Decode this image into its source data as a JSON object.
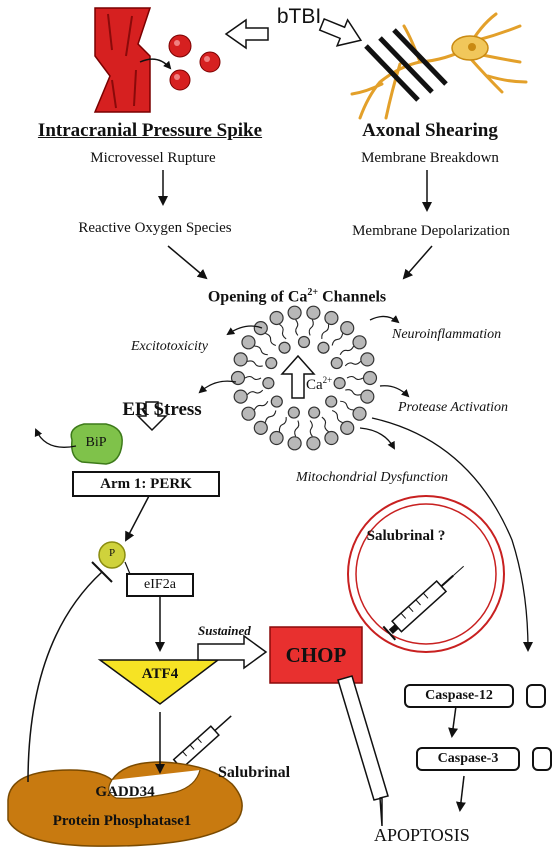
{
  "title": "bTBI",
  "left_branch": {
    "heading": "Intracranial Pressure Spike",
    "step1": "Microvessel Rupture",
    "step2": "Reactive Oxygen Species"
  },
  "right_branch": {
    "heading": "Axonal Shearing",
    "step1": "Membrane Breakdown",
    "step2": "Membrane Depolarization"
  },
  "calcium": {
    "opening_prefix": "Opening of Ca",
    "opening_sup": "2+",
    "opening_suffix": " Channels",
    "ion_label": "Ca",
    "ion_sup": "2+"
  },
  "effects": {
    "excitotoxicity": "Excitotoxicity",
    "neuroinflammation": "Neuroinflammation",
    "protease": "Protease Activation",
    "mito": "Mitochondrial Dysfunction"
  },
  "er": {
    "stress": "ER Stress",
    "bip": "BiP",
    "perk": "Arm 1: PERK",
    "p": "P",
    "eif2a": "eIF2a",
    "atf4": "ATF4",
    "sustained": "Sustained",
    "chop": "CHOP",
    "gadd34": "GADD34",
    "pp1": "Protein Phosphatase1",
    "salubrinal": "Salubrinal",
    "salubrinal_q": "Salubrinal ?"
  },
  "caspase": {
    "c12": "Caspase-12",
    "c3": "Caspase-3"
  },
  "outcome": "APOPTOSIS",
  "colors": {
    "vessel_red": "#d62020",
    "bip_green": "#7fc24a",
    "p_yellow": "#cfd23c",
    "atf4_yellow": "#f6e324",
    "chop_red": "#e8302f",
    "phosphatase_orange": "#c87a10",
    "circle_red": "#c82020"
  }
}
